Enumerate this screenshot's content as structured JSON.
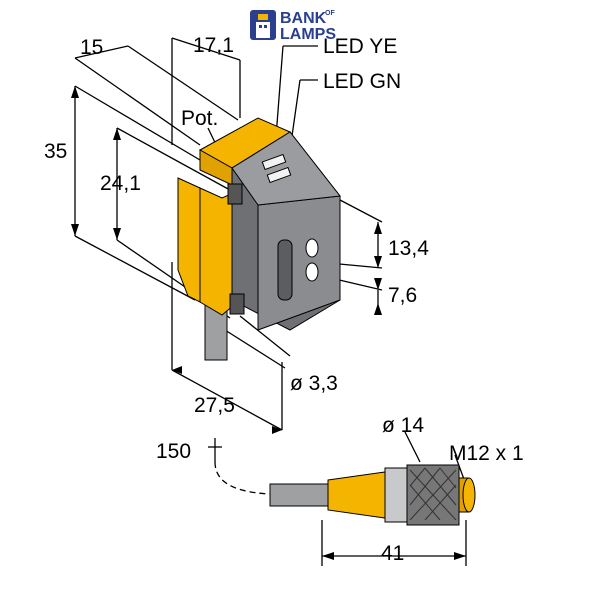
{
  "logo": {
    "line1": "BANK",
    "of": "OF",
    "line2": "LAMPS"
  },
  "labels": {
    "dim_15": "15",
    "dim_17_1": "17,1",
    "led_ye": "LED YE",
    "led_gn": "LED GN",
    "pot": "Pot.",
    "dim_35": "35",
    "dim_24_1": "24,1",
    "dim_13_4": "13,4",
    "dim_7_6": "7,6",
    "dia_3_3": "ø 3,3",
    "dim_27_5": "27,5",
    "dim_150": "150",
    "dia_14": "ø 14",
    "thread": "M12 x 1",
    "dim_41": "41"
  },
  "colors": {
    "housing_yellow": "#f4b400",
    "housing_grey": "#7d7f82",
    "cable_grey": "#9ea0a2",
    "connector_yellow": "#f4b400",
    "logo_blue": "#2a3f8f"
  }
}
